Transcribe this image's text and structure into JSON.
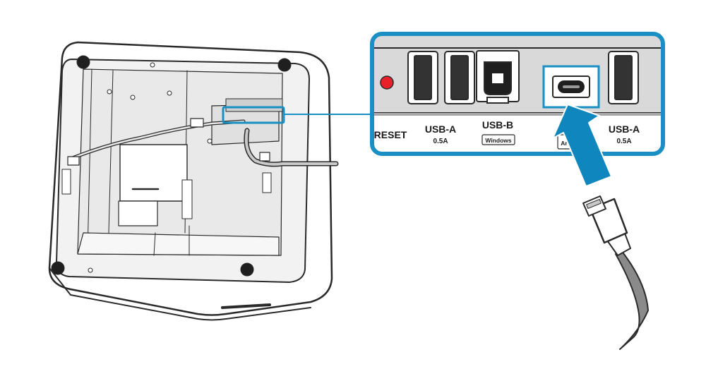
{
  "colors": {
    "accent_blue": "#1a8fc4",
    "arrow_blue": "#0f86bd",
    "device_outline": "#2a2a2a",
    "device_fill": "#f2f2f2",
    "panel_grey": "#d9d9d9",
    "reset_red": "#e8202a"
  },
  "ports": {
    "reset_label": "RESET",
    "usb_a_left_label": "USB-A",
    "usb_a_left_rating": "0.5A",
    "usb_b_label": "USB-B",
    "usb_b_tag": "Windows",
    "usb_c_partial_label": "U",
    "usb_c_tag_partial": "Ar",
    "usb_a_right_label": "USB-A",
    "usb_a_right_rating": "0.5A"
  },
  "icons": {
    "device": "device-underside-illustration",
    "callout": "zoom-callout-line",
    "cable": "usb-c-cable",
    "arrow": "insert-arrow"
  }
}
